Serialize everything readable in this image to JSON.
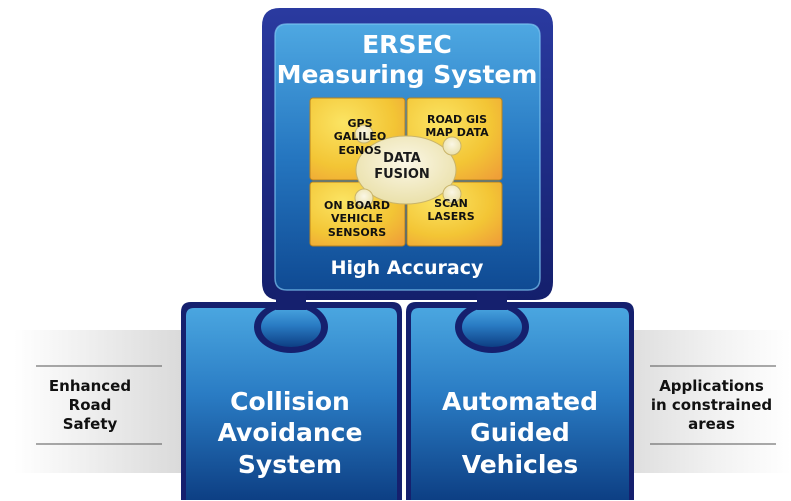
{
  "system": {
    "title_line1": "ERSEC",
    "title_line2": "Measuring System",
    "footer": "High Accuracy"
  },
  "puzzle": {
    "top_left": [
      "GPS",
      "GALILEO",
      "EGNOS"
    ],
    "top_right": [
      "ROAD GIS",
      "MAP DATA"
    ],
    "bottom_left": [
      "ON BOARD",
      "VEHICLE",
      "SENSORS"
    ],
    "bottom_right": [
      "SCAN",
      "LASERS"
    ],
    "center": [
      "DATA",
      "FUSION"
    ]
  },
  "blocks": {
    "collision": [
      "Collision",
      "Avoidance",
      "System"
    ],
    "automated": [
      "Automated",
      "Guided",
      "Vehicles"
    ]
  },
  "sides": {
    "left": [
      "Enhanced",
      "Road",
      "Safety"
    ],
    "right": [
      "Applications",
      "in constrained",
      "areas"
    ]
  },
  "colors": {
    "navy": "#1c2a86",
    "blue_light": "#3f9bd8",
    "blue_dark": "#0f4f98",
    "puzzle_yellow": "#f5d437",
    "puzzle_orange": "#f0a53a",
    "panel_grey": "#e9e9e9"
  }
}
